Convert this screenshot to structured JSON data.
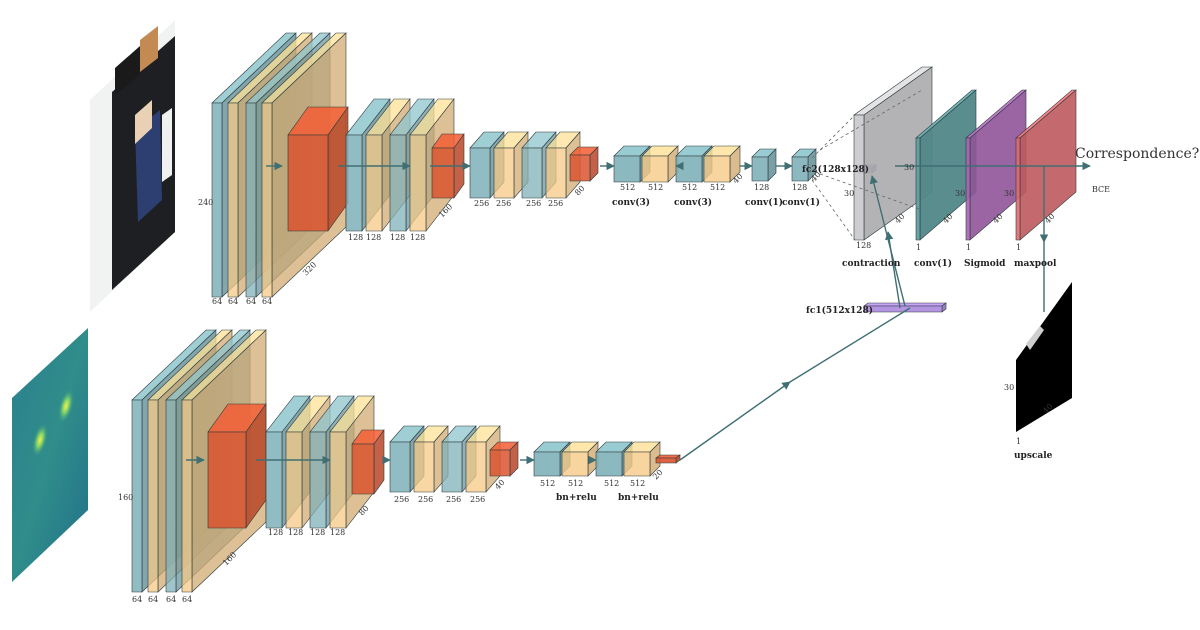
{
  "top_branch": {
    "height_label": "240",
    "block1": {
      "channels": [
        "64",
        "64",
        "64",
        "64"
      ],
      "width_label": "320"
    },
    "block2": {
      "channels": [
        "128",
        "128",
        "128",
        "128"
      ],
      "width_label": "160"
    },
    "block3": {
      "channels": [
        "256",
        "256",
        "256",
        "256"
      ],
      "width_label": "80"
    },
    "conv3_a": {
      "channels": [
        "512",
        "512"
      ],
      "caption": "conv(3)"
    },
    "conv3_b": {
      "channels": [
        "512",
        "512"
      ],
      "caption": "conv(3)",
      "width_label": "40"
    },
    "conv1_a": {
      "channel": "128",
      "caption": "conv(1)"
    },
    "conv1_b": {
      "channel": "128",
      "caption": "conv(1)",
      "width_label": "40"
    },
    "fc2_label": "fc2(128x128)"
  },
  "bottom_branch": {
    "height_label": "160",
    "block1": {
      "channels": [
        "64",
        "64",
        "64",
        "64"
      ],
      "width_label": "160"
    },
    "block2": {
      "channels": [
        "128",
        "128",
        "128",
        "128"
      ],
      "width_label": "80"
    },
    "block3": {
      "channels": [
        "256",
        "256",
        "256",
        "256"
      ],
      "width_label": "40"
    },
    "bnrelu_a": {
      "channels": [
        "512",
        "512"
      ],
      "caption": "bn+relu"
    },
    "bnrelu_b": {
      "channels": [
        "512",
        "512"
      ],
      "caption": "bn+relu",
      "width_label": "20"
    },
    "fc1_label": "fc1(512x128)"
  },
  "head": {
    "contraction": {
      "caption": "contraction",
      "depth": "128",
      "height": "30",
      "width": "40"
    },
    "conv1": {
      "caption": "conv(1)",
      "depth": "1",
      "height": "30",
      "width": "40"
    },
    "sigmoid": {
      "caption": "Sigmoid",
      "depth": "1",
      "height": "30",
      "width": "40"
    },
    "maxpool": {
      "caption": "maxpool",
      "depth": "1",
      "height": "30",
      "width": "40"
    },
    "upscale": {
      "caption": "upscale",
      "depth": "1",
      "height": "30",
      "width": "40"
    },
    "output_label": "Correspondence?",
    "loss_label": "BCE"
  },
  "colors": {
    "conv": "#7fb0b8",
    "relu": "#f6c987",
    "pool": "#d9532f",
    "fc": "#b08fe0",
    "contraction": "#c9c9cc",
    "conv1_head": "#5f9fa0",
    "sigmoid": "#a863b3",
    "maxpool": "#e06a6e",
    "arrow": "#3f6f72"
  }
}
